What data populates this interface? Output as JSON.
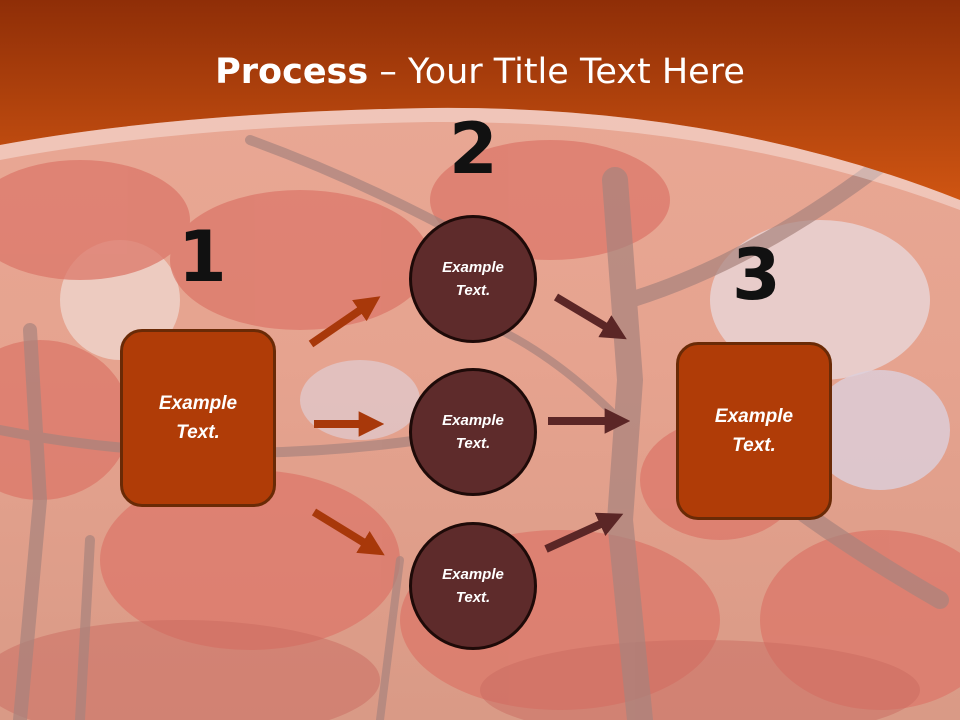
{
  "title": {
    "bold": "Process",
    "rest": " – Your Title Text Here"
  },
  "colors": {
    "header": "#c0440e",
    "box": "#b03c07",
    "circle": "#5e2b2b",
    "arrow_orange": "#a8380a",
    "arrow_dark": "#5b2626"
  },
  "steps": [
    {
      "number": "1",
      "text": "Example\nText."
    },
    {
      "number": "2",
      "items": [
        "Example\nText.",
        "Example\nText.",
        "Example\nText."
      ]
    },
    {
      "number": "3",
      "text": "Example\nText."
    }
  ]
}
